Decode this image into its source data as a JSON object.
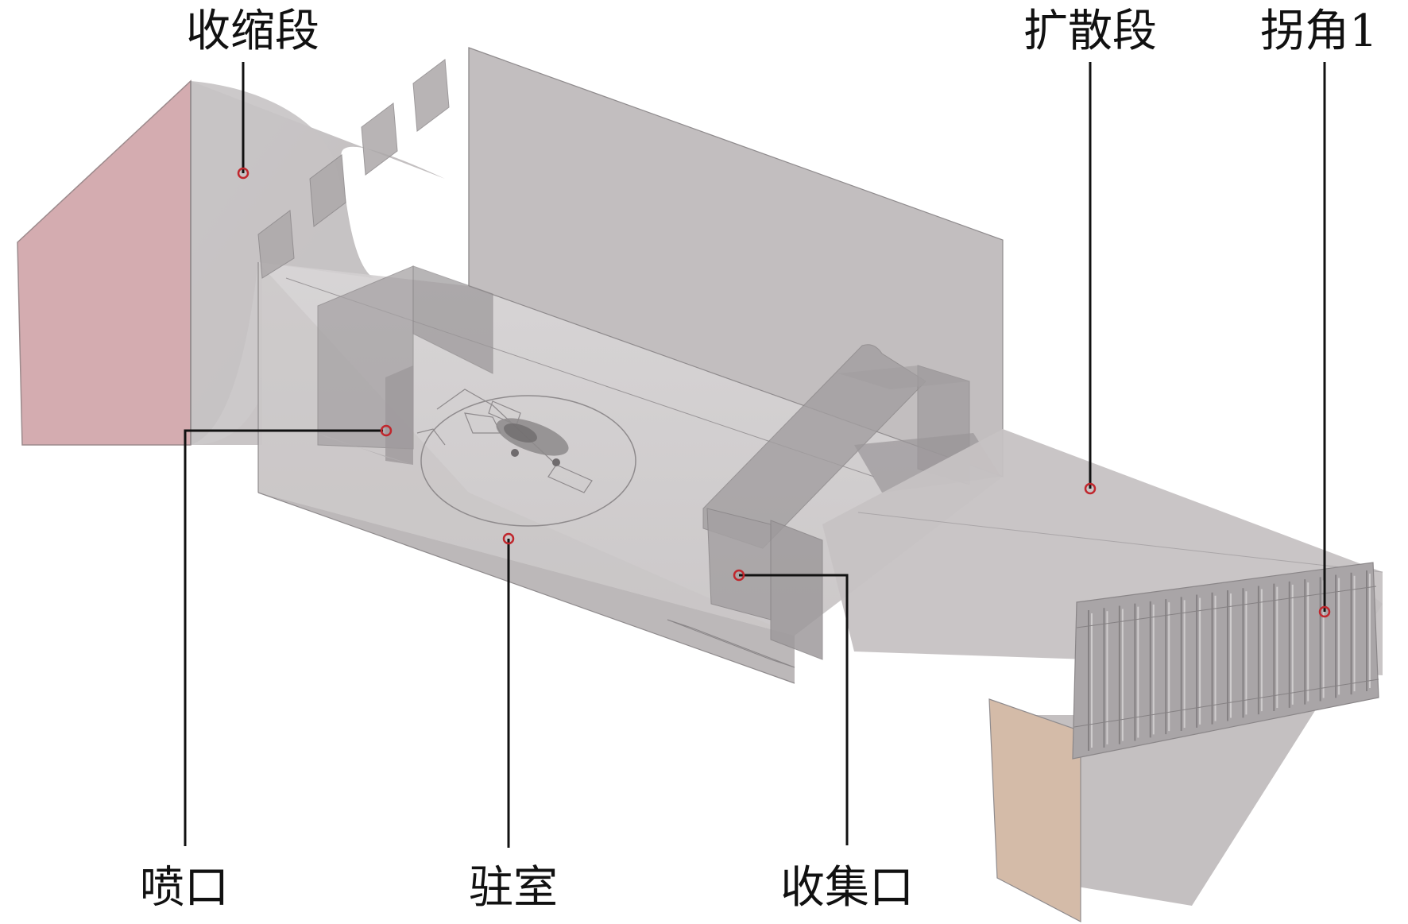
{
  "diagram": {
    "title": "Wind tunnel 3D layout",
    "labels": {
      "contraction": "收缩段",
      "diffuser": "扩散段",
      "corner1": "拐角1",
      "nozzle": "喷口",
      "plenum": "驻室",
      "collector": "收集口"
    },
    "colors": {
      "shell": "#c4c0c1",
      "shell_light": "#d2cfd0",
      "inner_dark": "#a19ea0",
      "inlet_face": "#d4acb0",
      "outlet_face": "#d4bba8",
      "edge": "#807c7e",
      "leader": "#111111",
      "marker": "#c0272d"
    },
    "turning_vane_count": 19
  }
}
